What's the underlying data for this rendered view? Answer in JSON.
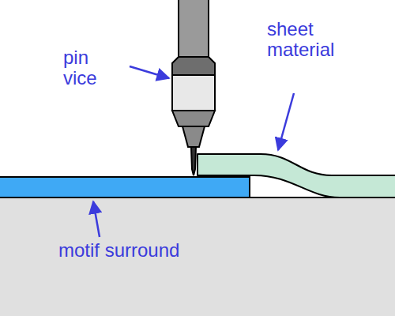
{
  "diagram": {
    "labels": [
      "pin vice",
      "sheet material",
      "motif surround"
    ]
  }
}
